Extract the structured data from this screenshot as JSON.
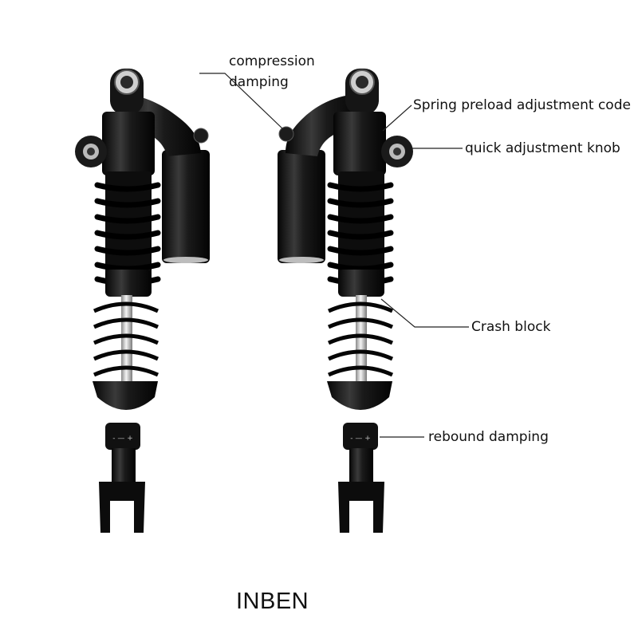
{
  "product": {
    "brand": "INBEN"
  },
  "callouts": {
    "compression_damping": [
      "compression",
      "damping"
    ],
    "spring_preload": "Spring preload adjustment code",
    "quick_knob": "quick adjustment knob",
    "crash_block": "Crash block",
    "rebound_damping": "rebound damping"
  },
  "colors": {
    "background": "#ffffff",
    "body": "#111111",
    "body_highlight": "#3a3a3a",
    "spring": "#0a0a0a",
    "chrome_rod": "#d8d8d8",
    "leader_line": "#222222",
    "text": "#111111"
  }
}
